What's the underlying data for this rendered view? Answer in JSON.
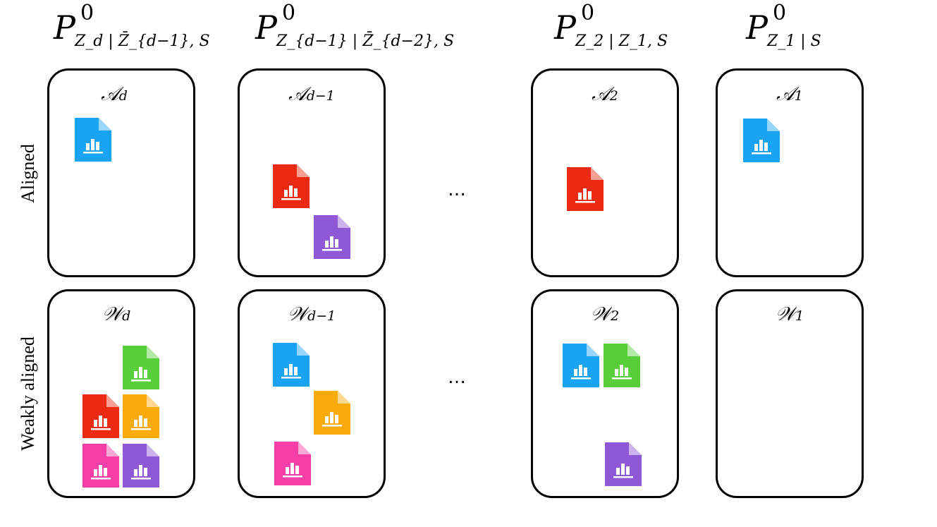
{
  "headers": [
    {
      "p": "P",
      "sup": "0",
      "sub": "Z_d | Z̄_{d−1}, S",
      "sub_html": ""
    },
    {
      "p": "P",
      "sup": "0",
      "sub": "Z_{d−1} | Z̄_{d−2}, S"
    },
    {
      "p": "P",
      "sup": "0",
      "sub": "Z_2 | Z_1, S"
    },
    {
      "p": "P",
      "sup": "0",
      "sub": "Z_1 | S"
    }
  ],
  "row_labels": {
    "aligned": "Aligned",
    "weakly": "Weakly aligned"
  },
  "ellipsis": "…",
  "aligned_boxes": [
    {
      "symbol": "𝒜",
      "index": "d",
      "docs": [
        "blue"
      ]
    },
    {
      "symbol": "𝒜",
      "index": "d−1",
      "docs": [
        "red",
        "purple"
      ]
    },
    {
      "symbol": "𝒜",
      "index": "2",
      "docs": [
        "red"
      ]
    },
    {
      "symbol": "𝒜",
      "index": "1",
      "docs": [
        "blue"
      ]
    }
  ],
  "weak_boxes": [
    {
      "symbol": "𝒲",
      "index": "d",
      "docs": [
        "green",
        "red",
        "orange",
        "pink",
        "purple"
      ]
    },
    {
      "symbol": "𝒲",
      "index": "d−1",
      "docs": [
        "blue",
        "orange",
        "pink"
      ]
    },
    {
      "symbol": "𝒲",
      "index": "2",
      "docs": [
        "blue",
        "green",
        "purple"
      ]
    },
    {
      "symbol": "𝒲",
      "index": "1",
      "docs": []
    }
  ],
  "colors": {
    "blue": "#1aa3f2",
    "red": "#ec2a14",
    "purple": "#8f58d6",
    "green": "#58cf3a",
    "orange": "#f8ab0a",
    "pink": "#f53fa6"
  },
  "icon": "document-bar-chart-icon"
}
